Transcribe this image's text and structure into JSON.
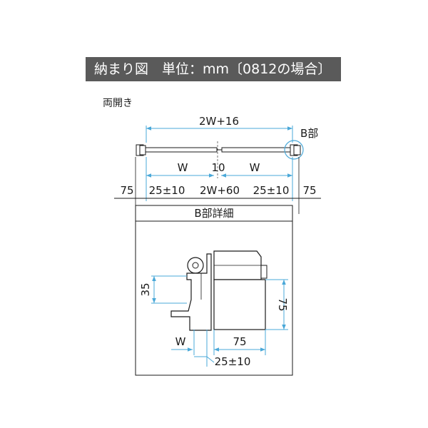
{
  "header": {
    "title": "納まり図　単位：mm〔0812の場合〕"
  },
  "section": {
    "label": "両開き"
  },
  "top_diagram": {
    "overall_width": "2W+16",
    "part_label": "B部",
    "panel_left": "W",
    "panel_gap": "10",
    "panel_right": "W",
    "dim_row": [
      "75",
      "25±10",
      "2W+60",
      "25±10",
      "75"
    ]
  },
  "detail": {
    "title": "B部詳細",
    "height_left": "35",
    "height_right": "75",
    "width_bottom": "75",
    "w_label": "W",
    "offset": "25±10"
  },
  "colors": {
    "dimension": "#4aa8d8",
    "line": "#1a1a1a",
    "banner": "#5a5a5a",
    "fill_dark": "#d0d0d0"
  }
}
